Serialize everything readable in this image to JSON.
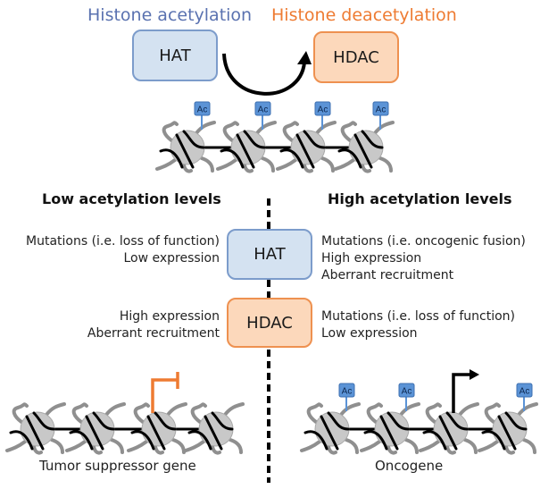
{
  "top": {
    "acetylation_title": "Histone acetylation",
    "deacetylation_title": "Histone deacetylation",
    "hat_label": "HAT",
    "hdac_label": "HDAC",
    "ac_label": "Ac"
  },
  "left": {
    "heading": "Low acetylation levels",
    "hat_causes": [
      "Mutations (i.e. loss of function)",
      "Low expression"
    ],
    "hdac_causes": [
      "High expression",
      "Aberrant recruitment"
    ],
    "gene_label": "Tumor suppressor gene"
  },
  "right": {
    "heading": "High acetylation levels",
    "hat_causes": [
      "Mutations (i.e. oncogenic fusion)",
      "High expression",
      "Aberrant recruitment"
    ],
    "hdac_causes": [
      "Mutations (i.e. loss of function)",
      "Low expression"
    ],
    "gene_label": "Oncogene"
  },
  "center": {
    "hat_label": "HAT",
    "hdac_label": "HDAC"
  },
  "colors": {
    "hat_fill": "#d4e2f1",
    "hat_border": "#7c9ccb",
    "hdac_fill": "#fcd8bb",
    "hdac_border": "#ee9150",
    "acetylation_text": "#5a72b0",
    "deacetylation_text": "#ee7b32",
    "ac_tag": "#5b93d6",
    "nucleosome": "#c8c8c8",
    "repression": "#ee7b32"
  },
  "icons": {
    "conversion_arrow": "curved-arrow-icon",
    "repression_mark": "repression-icon",
    "activation_mark": "transcription-arrow-icon",
    "nucleosome": "nucleosome-icon",
    "acetyl_tag": "acetyl-tag-icon"
  }
}
